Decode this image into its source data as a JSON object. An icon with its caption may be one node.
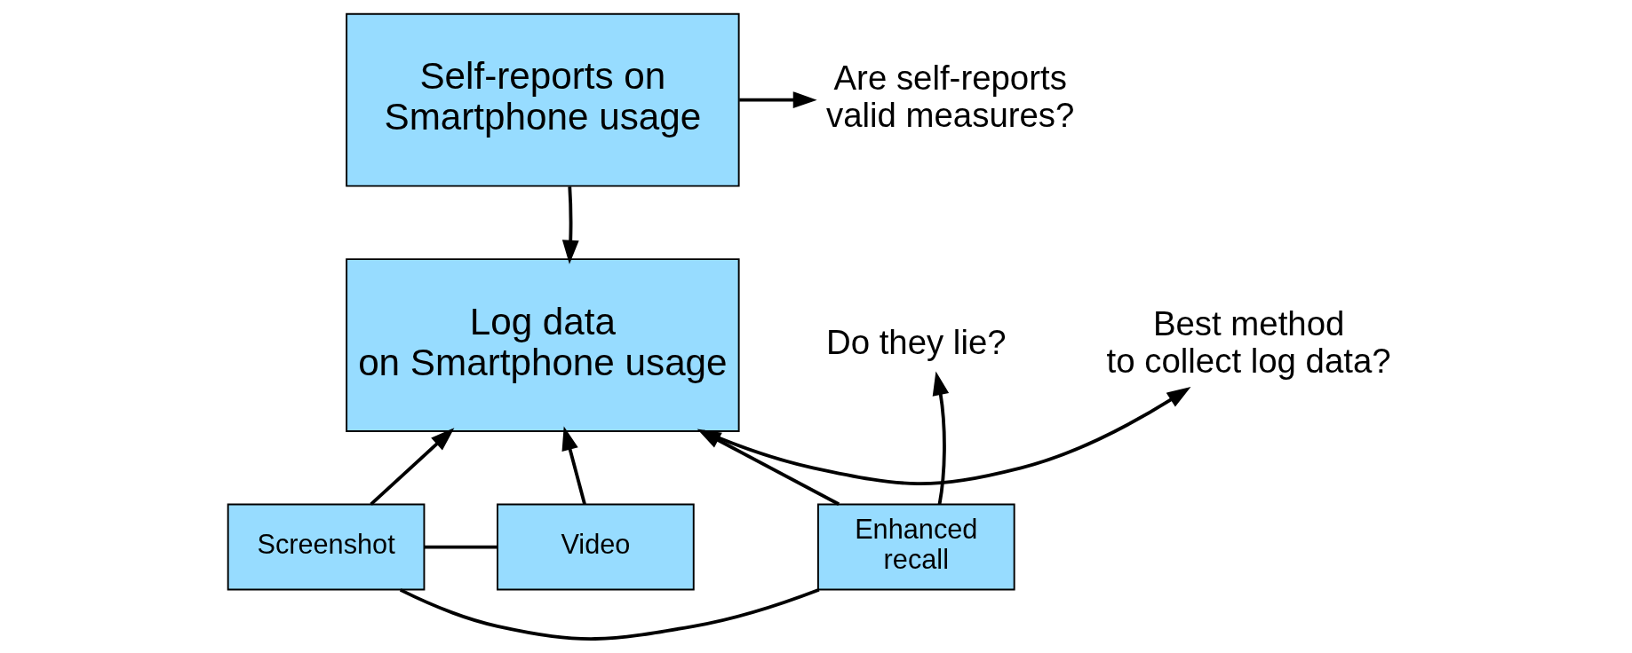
{
  "diagram": {
    "nodes": [
      {
        "text": [
          "Self-reports on Smartphone usage"
        ]
      },
      {
        "text": [
          "Log data on Smartphone usage"
        ]
      },
      {
        "text": [
          "Are self-reports valid measures?"
        ]
      },
      {
        "text": [
          "Best method to collect log data?"
        ]
      },
      {
        "text": [
          "Do they lie?"
        ]
      },
      {
        "text": [
          "Enhanced recall"
        ]
      },
      {
        "text": [
          "Screenshot"
        ]
      },
      {
        "text": [
          "Video"
        ]
      }
    ],
    "edges": [
      {
        "from": 0,
        "to": 1,
        "arrow": "to"
      },
      {
        "from": 0,
        "to": 2,
        "arrow": "to"
      },
      {
        "from": 1,
        "to": 3,
        "arrow": "to"
      },
      {
        "from": 5,
        "to": 1,
        "arrow": "to"
      },
      {
        "from": 6,
        "to": 1,
        "arrow": "to"
      },
      {
        "from": 7,
        "to": 1,
        "arrow": "to"
      },
      {
        "from": 5,
        "to": 4,
        "arrow": "to"
      },
      {
        "from": 5,
        "to": 6,
        "arrow": "none"
      },
      {
        "from": 6,
        "to": 7,
        "arrow": "none"
      }
    ]
  }
}
